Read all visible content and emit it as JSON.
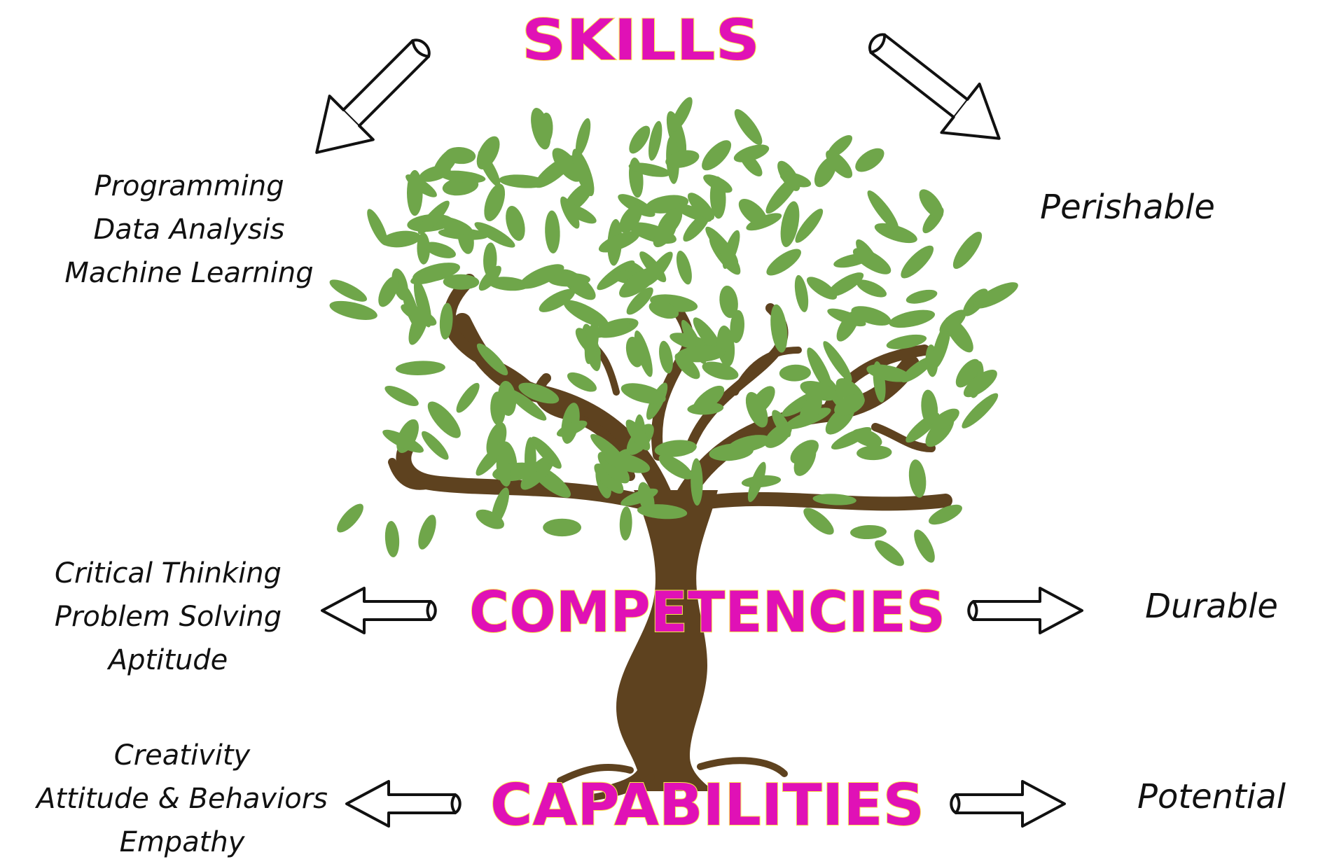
{
  "colors": {
    "heading_fill": "#e011b6",
    "heading_outline": "#f7e94a",
    "leaf": "#6fa64a",
    "trunk": "#5e421f",
    "arrow_stroke": "#111111",
    "text": "#111111"
  },
  "headings": {
    "skills": "SKILLS",
    "competencies": "COMPETENCIES",
    "capabilities": "CAPABILITIES"
  },
  "skills": {
    "examples": [
      "Programming",
      "Data Analysis",
      "Machine Learning"
    ],
    "quality": "Perishable"
  },
  "competencies": {
    "examples": [
      "Critical Thinking",
      "Problem Solving",
      "Aptitude"
    ],
    "quality": "Durable"
  },
  "capabilities": {
    "examples": [
      "Creativity",
      "Attitude & Behaviors",
      "Empathy"
    ],
    "quality": "Potential"
  },
  "icons": {
    "tree": "tree-illustration",
    "arrows": [
      "arrow-down-left-icon",
      "arrow-down-right-icon",
      "arrow-left-icon",
      "arrow-right-icon"
    ]
  }
}
